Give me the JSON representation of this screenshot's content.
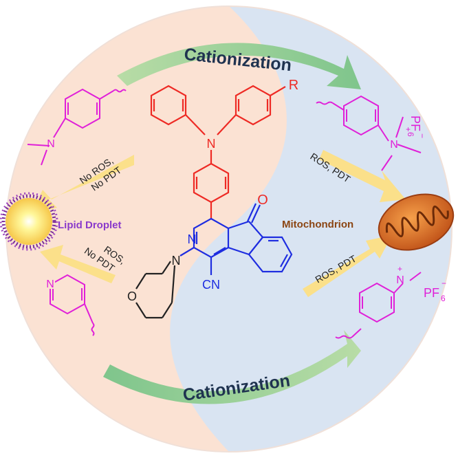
{
  "title_top": "Cationization",
  "title_bottom": "Cationization",
  "lipid_droplet": "Lipid Droplet",
  "mitochondrion": "Mitochondrion",
  "left_upper_arrow": [
    "No ROS,",
    "No PDT"
  ],
  "left_lower_arrow": [
    "ROS,",
    "No PDT"
  ],
  "right_upper_arrow": "ROS, PDT",
  "right_lower_arrow": "ROS, PDT",
  "core_atoms": {
    "n_triphenyl": "N",
    "r_group": "R",
    "n_pyridine": "N",
    "n_morpholine": "N",
    "o_morpholine": "O",
    "o_ketone": "O",
    "cn": "CN"
  },
  "sub_top_left": {
    "n": "N"
  },
  "sub_top_right": {
    "n": "N",
    "plus": "+",
    "pf": "PF",
    "sub6": "6",
    "minus": "−"
  },
  "sub_bottom_left": {
    "n": "N"
  },
  "sub_bottom_right": {
    "n": "N",
    "plus": "+",
    "pf": "PF",
    "sub6": "6",
    "minus": "−"
  },
  "colors": {
    "peach": "#fbe2d3",
    "blue": "#d9e4f2",
    "arrow_green": "#8fca8a",
    "arrow_yellow": "#fbe08a",
    "magenta": "#e020d8",
    "red": "#ee2a24",
    "blue_ink": "#1e2de0",
    "purple": "#8a3acb",
    "brown": "#8b4513",
    "title": "#1f3350"
  }
}
